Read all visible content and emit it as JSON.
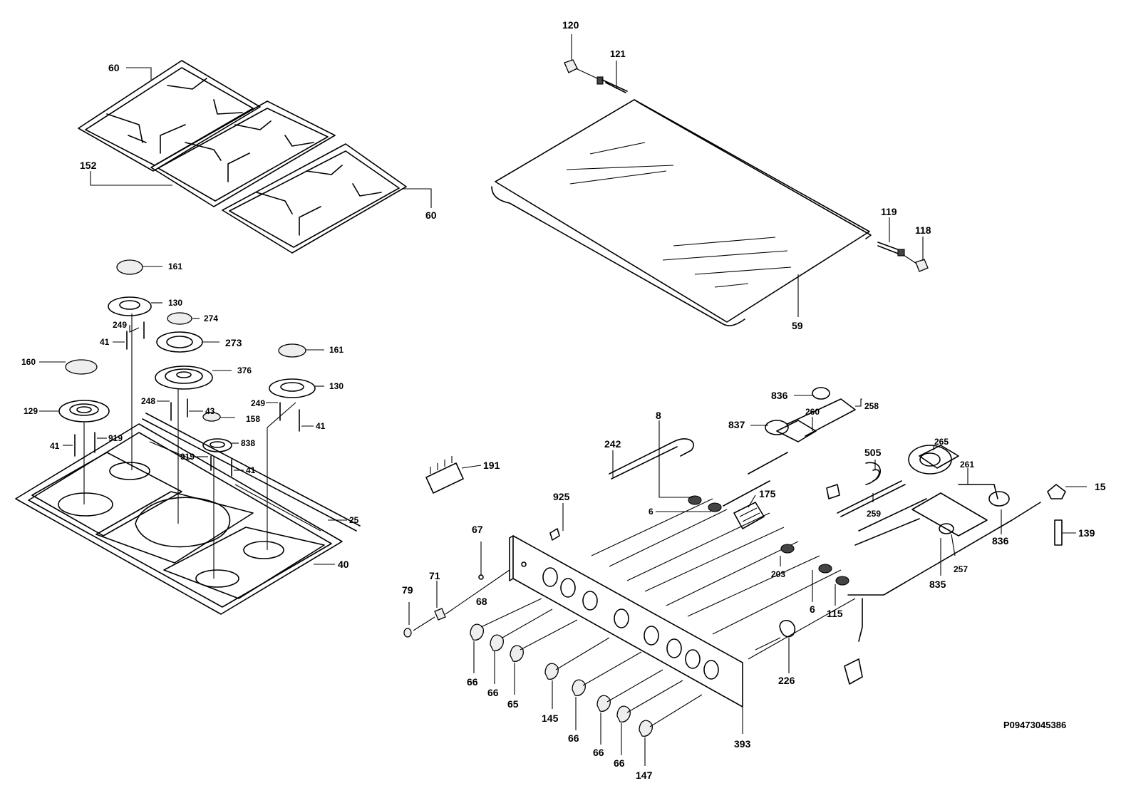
{
  "reference_code": "P09473045386",
  "callouts": {
    "c120": "120",
    "c121": "121",
    "c119": "119",
    "c118": "118",
    "c59": "59",
    "c60a": "60",
    "c60b": "60",
    "c152": "152",
    "c161a": "161",
    "c130a": "130",
    "c249a": "249",
    "c41a": "41",
    "c274": "274",
    "c273": "273",
    "c376": "376",
    "c160": "160",
    "c129": "129",
    "c248": "248",
    "c43": "43",
    "c158": "158",
    "c161b": "161",
    "c130b": "130",
    "c249b": "249",
    "c41b": "41",
    "c41c": "41",
    "c919a": "919",
    "c919b": "919",
    "c838": "838",
    "c41d": "41",
    "c25": "25",
    "c40": "40",
    "c836a": "836",
    "c260": "260",
    "c258": "258",
    "c837": "837",
    "c8": "8",
    "c242": "242",
    "c505": "505",
    "c265": "265",
    "c261": "261",
    "c15": "15",
    "c191": "191",
    "c925": "925",
    "c175": "175",
    "c6a": "6",
    "c6b": "6",
    "c259": "259",
    "c836b": "836",
    "c139": "139",
    "c67": "67",
    "c68": "68",
    "c71": "71",
    "c79": "79",
    "c203": "203",
    "c257": "257",
    "c835": "835",
    "c115": "115",
    "c226": "226",
    "c393": "393",
    "c66a": "66",
    "c66b": "66",
    "c65": "65",
    "c145": "145",
    "c66c": "66",
    "c66d": "66",
    "c66e": "66",
    "c147": "147"
  }
}
